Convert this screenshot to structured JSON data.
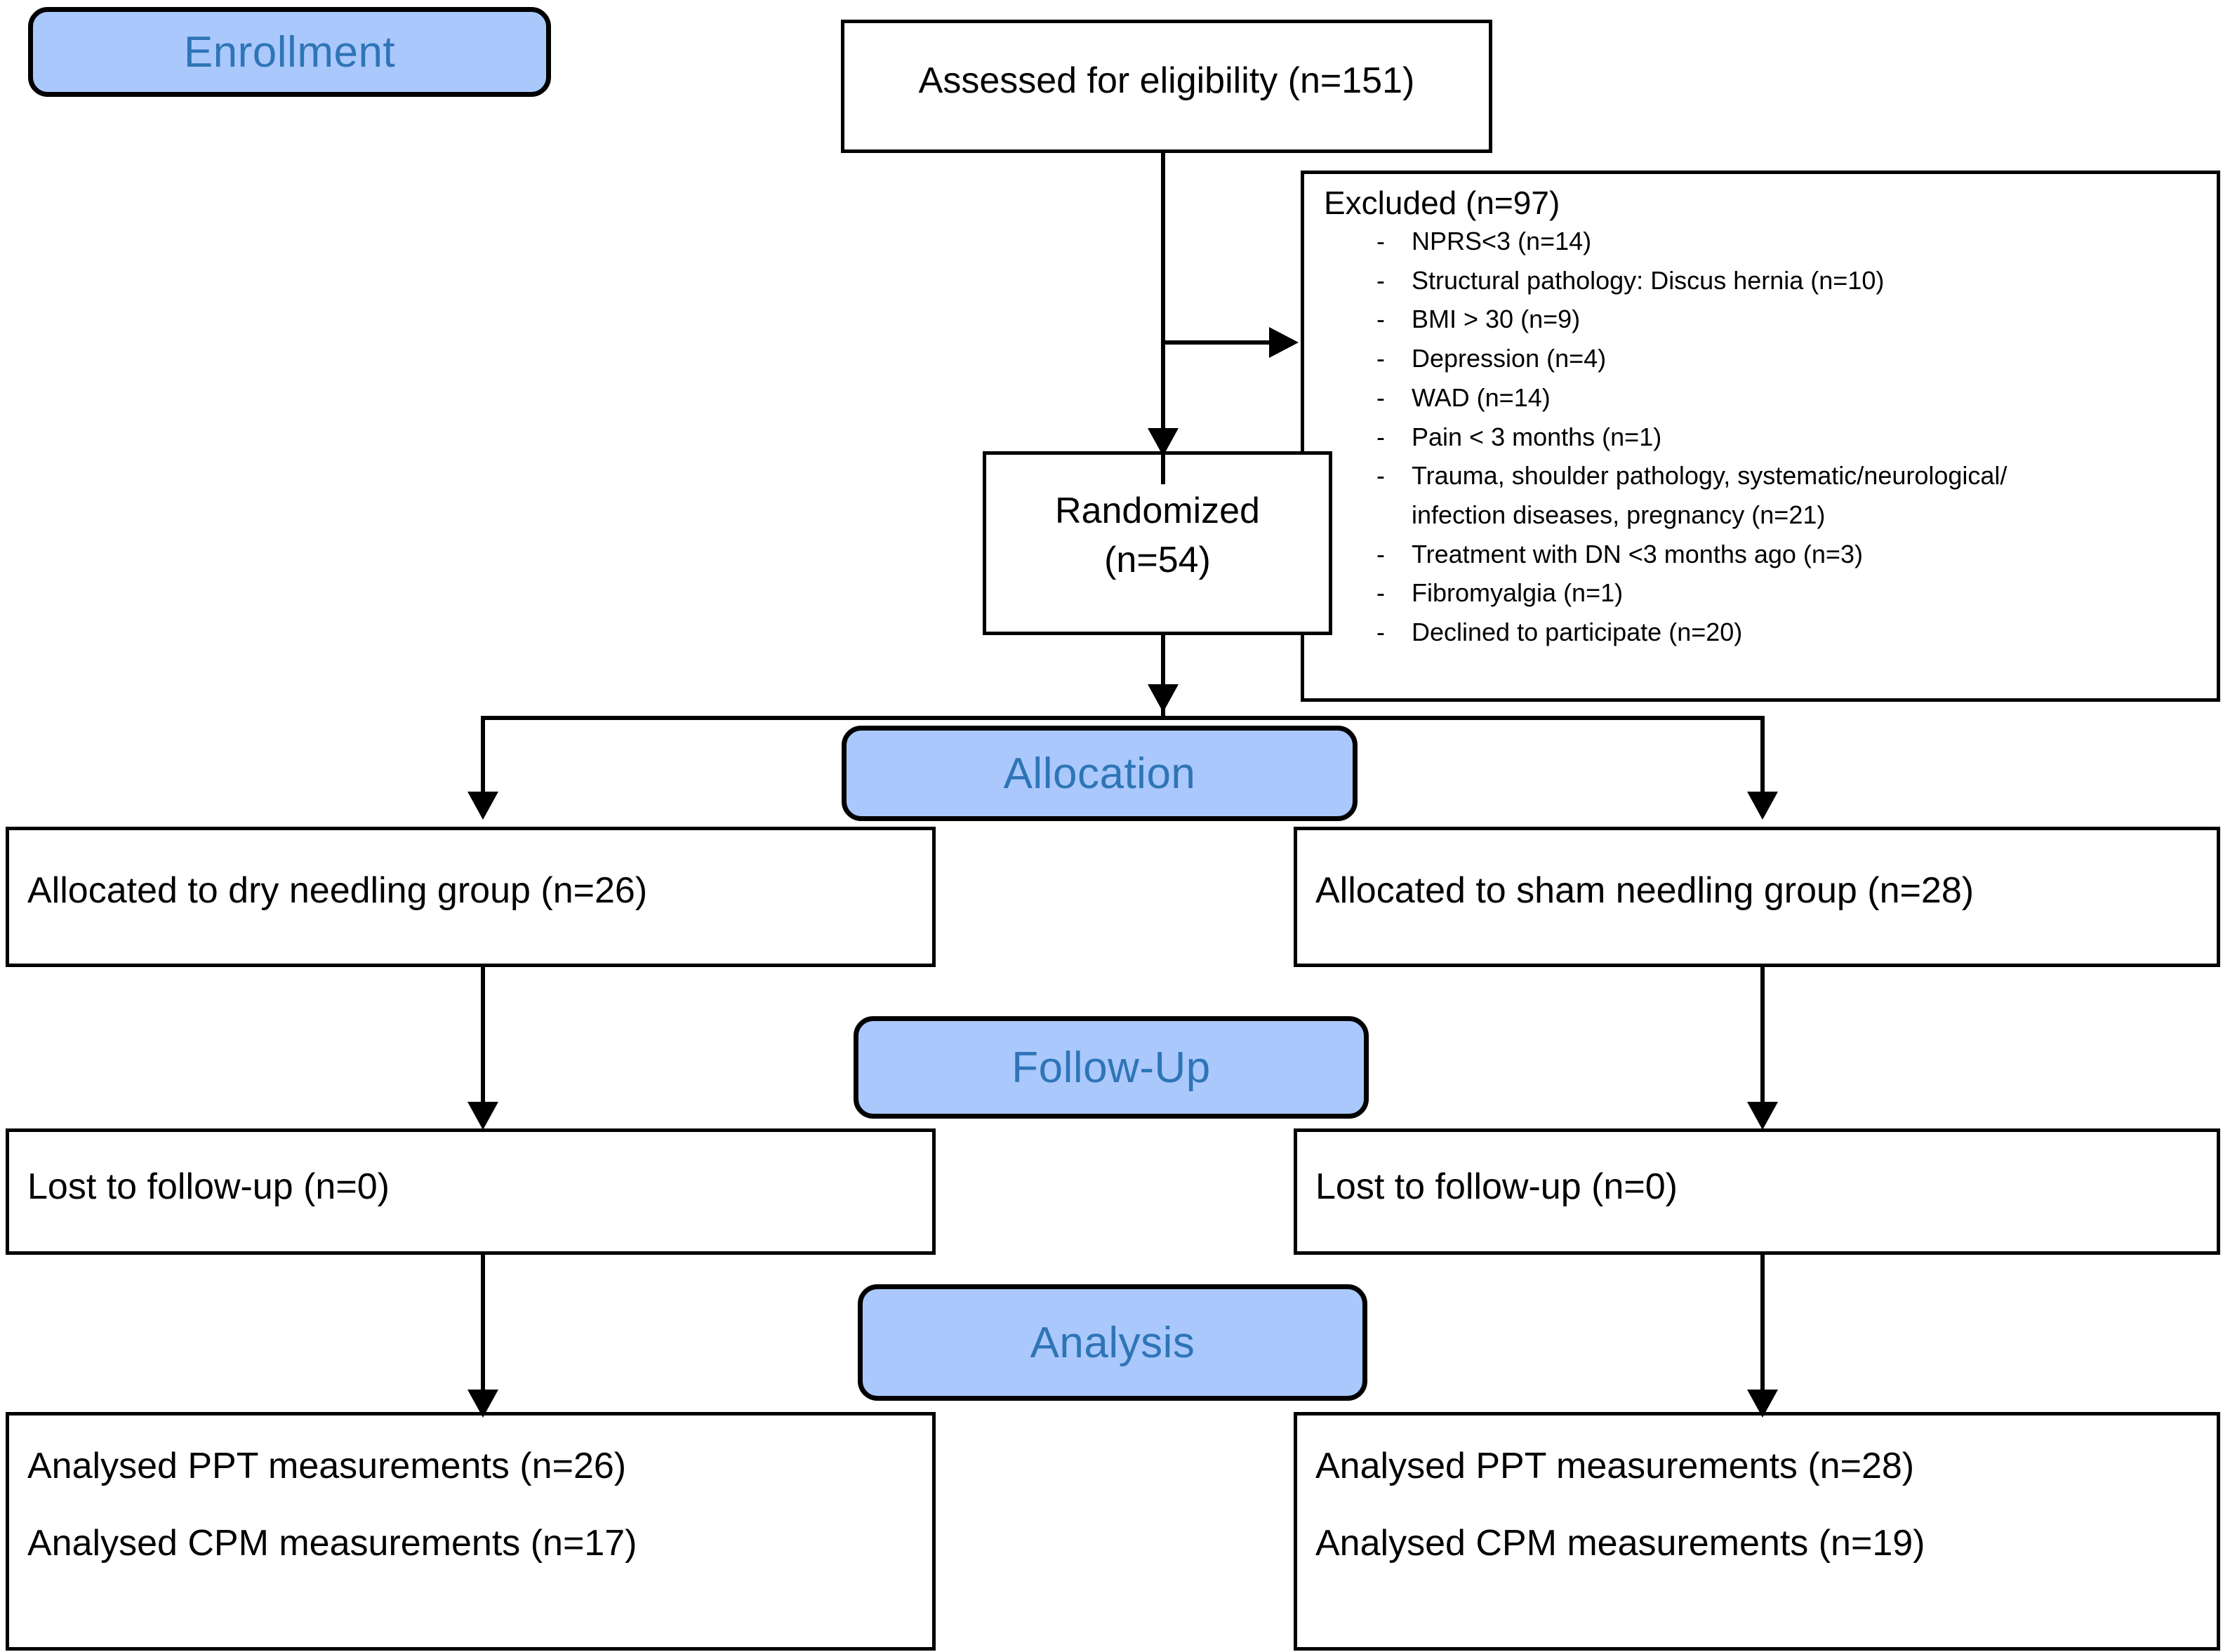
{
  "diagram": {
    "type": "consort-flow-diagram",
    "colors": {
      "stage_label_fill": "#aac8fc",
      "stage_label_text": "#2e75b6",
      "box_border": "#000000",
      "box_fill": "#ffffff",
      "text": "#000000"
    }
  },
  "stages": {
    "enrollment": "Enrollment",
    "allocation": "Allocation",
    "follow_up": "Follow-Up",
    "analysis": "Analysis"
  },
  "enrollment": {
    "assessed": "Assessed for eligibility (n=151)",
    "randomized_line1": "Randomized",
    "randomized_line2": "(n=54)",
    "excluded_title": "Excluded  (n=97)",
    "excluded_bullet": "-",
    "excluded_reasons": [
      {
        "text": "NPRS<3 (n=14)",
        "line2": ""
      },
      {
        "text": "Structural pathology: Discus hernia (n=10)",
        "line2": ""
      },
      {
        "text": "BMI > 30 (n=9)",
        "line2": ""
      },
      {
        "text": "Depression (n=4)",
        "line2": ""
      },
      {
        "text": "WAD (n=14)",
        "line2": ""
      },
      {
        "text": "Pain < 3 months (n=1)",
        "line2": ""
      },
      {
        "text": "Trauma, shoulder pathology, systematic/neurological/",
        "line2": "infection diseases, pregnancy (n=21)"
      },
      {
        "text": "Treatment with DN <3 months ago (n=3)",
        "line2": ""
      },
      {
        "text": "Fibromyalgia (n=1)",
        "line2": ""
      },
      {
        "text": "Declined to participate (n=20)",
        "line2": ""
      }
    ]
  },
  "arms": {
    "left": {
      "allocated": "Allocated to dry needling group (n=26)",
      "lost": "Lost to follow-up (n=0)",
      "analysed_ppt": "Analysed PPT measurements (n=26)",
      "analysed_cpm": "Analysed CPM measurements (n=17)"
    },
    "right": {
      "allocated": "Allocated to sham needling group (n=28)",
      "lost": "Lost to follow-up (n=0)",
      "analysed_ppt": "Analysed PPT measurements (n=28)",
      "analysed_cpm": "Analysed CPM measurements (n=19)"
    }
  }
}
